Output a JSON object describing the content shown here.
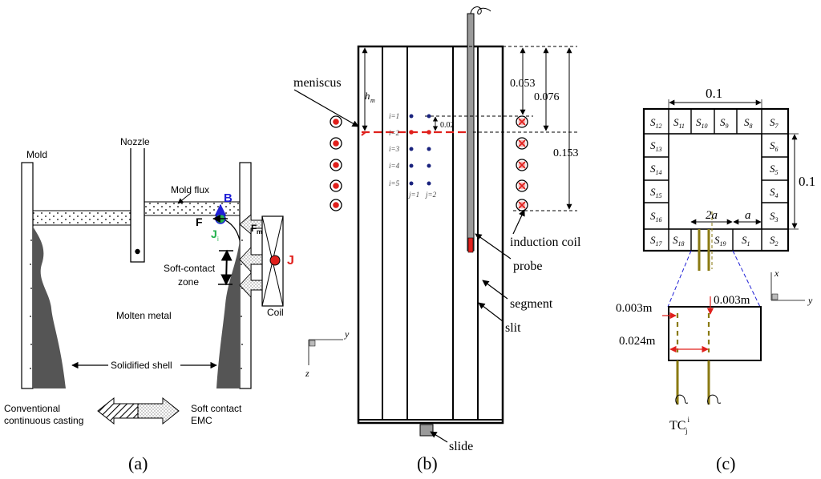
{
  "panel_a": {
    "caption": "(a)",
    "mold": "Mold",
    "nozzle": "Nozzle",
    "mold_flux": "Mold flux",
    "B": "B",
    "F": "F",
    "J_i": "J",
    "J_i_sub": "i",
    "F_m": "F",
    "F_m_sub": "m",
    "J": "J",
    "soft_contact_zone_1": "Soft-contact",
    "soft_contact_zone_2": "zone",
    "molten_metal": "Molten metal",
    "coil": "Coil",
    "solidified_shell": "Solidified shell",
    "legend_left_1": "Conventional",
    "legend_left_2": "continuous casting",
    "legend_right_1": "Soft contact",
    "legend_right_2": "EMC"
  },
  "panel_b": {
    "caption": "(b)",
    "meniscus": "meniscus",
    "h_m": "h",
    "h_m_sub": "m",
    "dim_0053": "0.053",
    "dim_0076": "0.076",
    "dim_0153": "0.153",
    "dim_002": "0.02",
    "rows": [
      "i=1",
      "i=2",
      "i=3",
      "i=4",
      "i=5"
    ],
    "cols": [
      "j=1",
      "j=2"
    ],
    "induction_coil": "induction coil",
    "probe": "probe",
    "segment": "segment",
    "slit": "slit",
    "slide": "slide",
    "axis_y": "y",
    "axis_z": "z"
  },
  "panel_c": {
    "caption": "(c)",
    "dim_top": "0.1",
    "dim_right": "0.1",
    "dim_2a": "2a",
    "dim_a": "a",
    "segments": [
      {
        "base": "S",
        "sub": "12"
      },
      {
        "base": "S",
        "sub": "11"
      },
      {
        "base": "S",
        "sub": "10"
      },
      {
        "base": "S",
        "sub": "9"
      },
      {
        "base": "S",
        "sub": "8"
      },
      {
        "base": "S",
        "sub": "7"
      },
      {
        "base": "S",
        "sub": "13"
      },
      {
        "base": "S",
        "sub": "6"
      },
      {
        "base": "S",
        "sub": "14"
      },
      {
        "base": "S",
        "sub": "5"
      },
      {
        "base": "S",
        "sub": "15"
      },
      {
        "base": "S",
        "sub": "4"
      },
      {
        "base": "S",
        "sub": "16"
      },
      {
        "base": "S",
        "sub": "3"
      },
      {
        "base": "S",
        "sub": "17"
      },
      {
        "base": "S",
        "sub": "18"
      },
      {
        "base": "S",
        "sub": "19"
      },
      {
        "base": "S",
        "sub": "1"
      },
      {
        "base": "S",
        "sub": "2"
      }
    ],
    "dim_0003_left": "0.003m",
    "dim_0003_right": "0.003m",
    "dim_0024": "0.024m",
    "tc": "TC",
    "tc_sup": "i",
    "tc_sub": "j",
    "axis_x": "x",
    "axis_y": "y"
  },
  "colors": {
    "ink": "#000000",
    "red": "#e0201c",
    "blue": "#1f1fd6",
    "navy": "#1a237e",
    "green": "#22b14c",
    "olive": "#8a7a12",
    "gray": "#9a9a9a"
  }
}
